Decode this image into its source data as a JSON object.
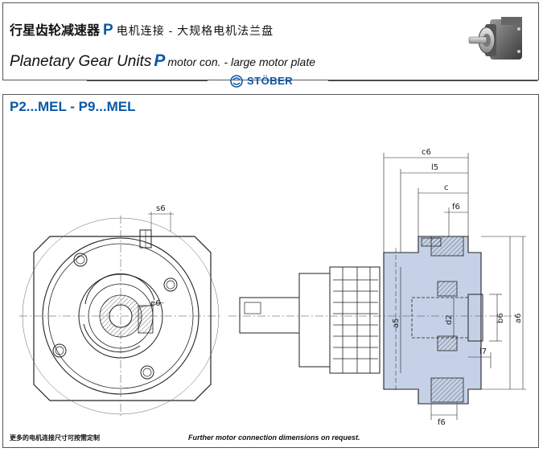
{
  "header": {
    "title_cn_main": "行星齿轮减速器",
    "title_p": "P",
    "title_cn_sub": "电机连接 - 大规格电机法兰盘",
    "title_en_main": "Planetary Gear Units",
    "title_en_sub": "motor con. - large motor plate",
    "product_photo_icon": "gear-unit-photo-icon"
  },
  "brand": {
    "name": "STÖBER",
    "logo_icon": "stober-logo-icon",
    "color": "#0a58a8"
  },
  "section": {
    "title": "P2...MEL - P9...MEL"
  },
  "dimensions": {
    "c6": "c6",
    "l5": "l5",
    "c": "c",
    "f6_top": "f6",
    "s6": "s6",
    "e6": "e6",
    "a5": "a5",
    "d2": "d2",
    "b6": "b6",
    "a6": "a6",
    "l7": "l7",
    "f6_bottom": "f6"
  },
  "footer": {
    "note_cn": "更多的电机连接尺寸可按需定制",
    "note_en": "Further motor connection dimensions on request."
  },
  "colors": {
    "accent_blue": "#0a58a8",
    "flange_fill": "#c5d1e6"
  }
}
